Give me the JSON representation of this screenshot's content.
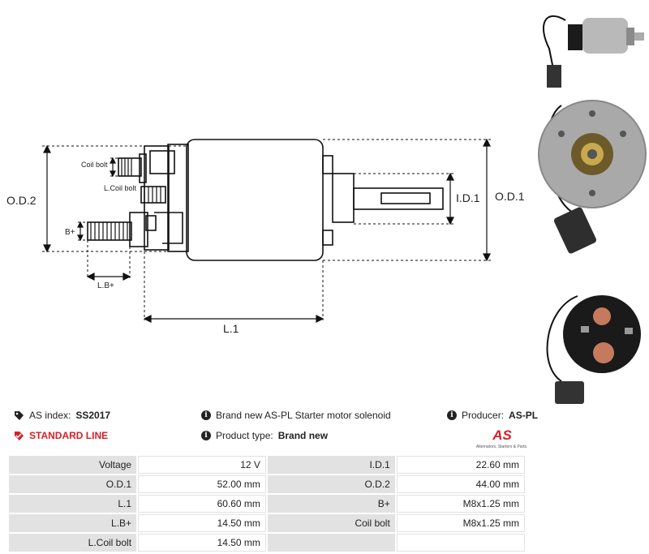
{
  "drawing": {
    "labels": {
      "od2": "O.D.2",
      "od1": "O.D.1",
      "id1": "I.D.1",
      "l1": "L.1",
      "lb": "L.B+",
      "bplus": "B+",
      "coil_bolt": "Coil bolt",
      "lcoil_bolt": "L.Coil bolt"
    }
  },
  "info": {
    "as_index_label": "AS index:",
    "as_index_value": "SS2017",
    "line": "STANDARD LINE",
    "description": "Brand new AS-PL Starter motor solenoid",
    "product_type_label": "Product type:",
    "product_type_value": "Brand new",
    "producer_label": "Producer:",
    "producer_value": "AS-PL",
    "logo_text": "AS",
    "logo_tagline": "Alternators, Starters & Parts"
  },
  "params": [
    [
      {
        "label": "Voltage",
        "value": "12 V"
      },
      {
        "label": "I.D.1",
        "value": "22.60 mm"
      }
    ],
    [
      {
        "label": "O.D.1",
        "value": "52.00 mm"
      },
      {
        "label": "O.D.2",
        "value": "44.00 mm"
      }
    ],
    [
      {
        "label": "L.1",
        "value": "60.60 mm"
      },
      {
        "label": "B+",
        "value": "M8x1.25 mm"
      }
    ],
    [
      {
        "label": "L.B+",
        "value": "14.50 mm"
      },
      {
        "label": "Coil bolt",
        "value": "M8x1.25 mm"
      }
    ],
    [
      {
        "label": "L.Coil bolt",
        "value": "14.50 mm"
      },
      {
        "label": "",
        "value": ""
      }
    ]
  ],
  "colors": {
    "accent_red": "#d81f26",
    "table_label_bg": "#e2e2e2"
  },
  "icons": [
    "tag-icon",
    "check-tag-icon",
    "info-icon"
  ]
}
